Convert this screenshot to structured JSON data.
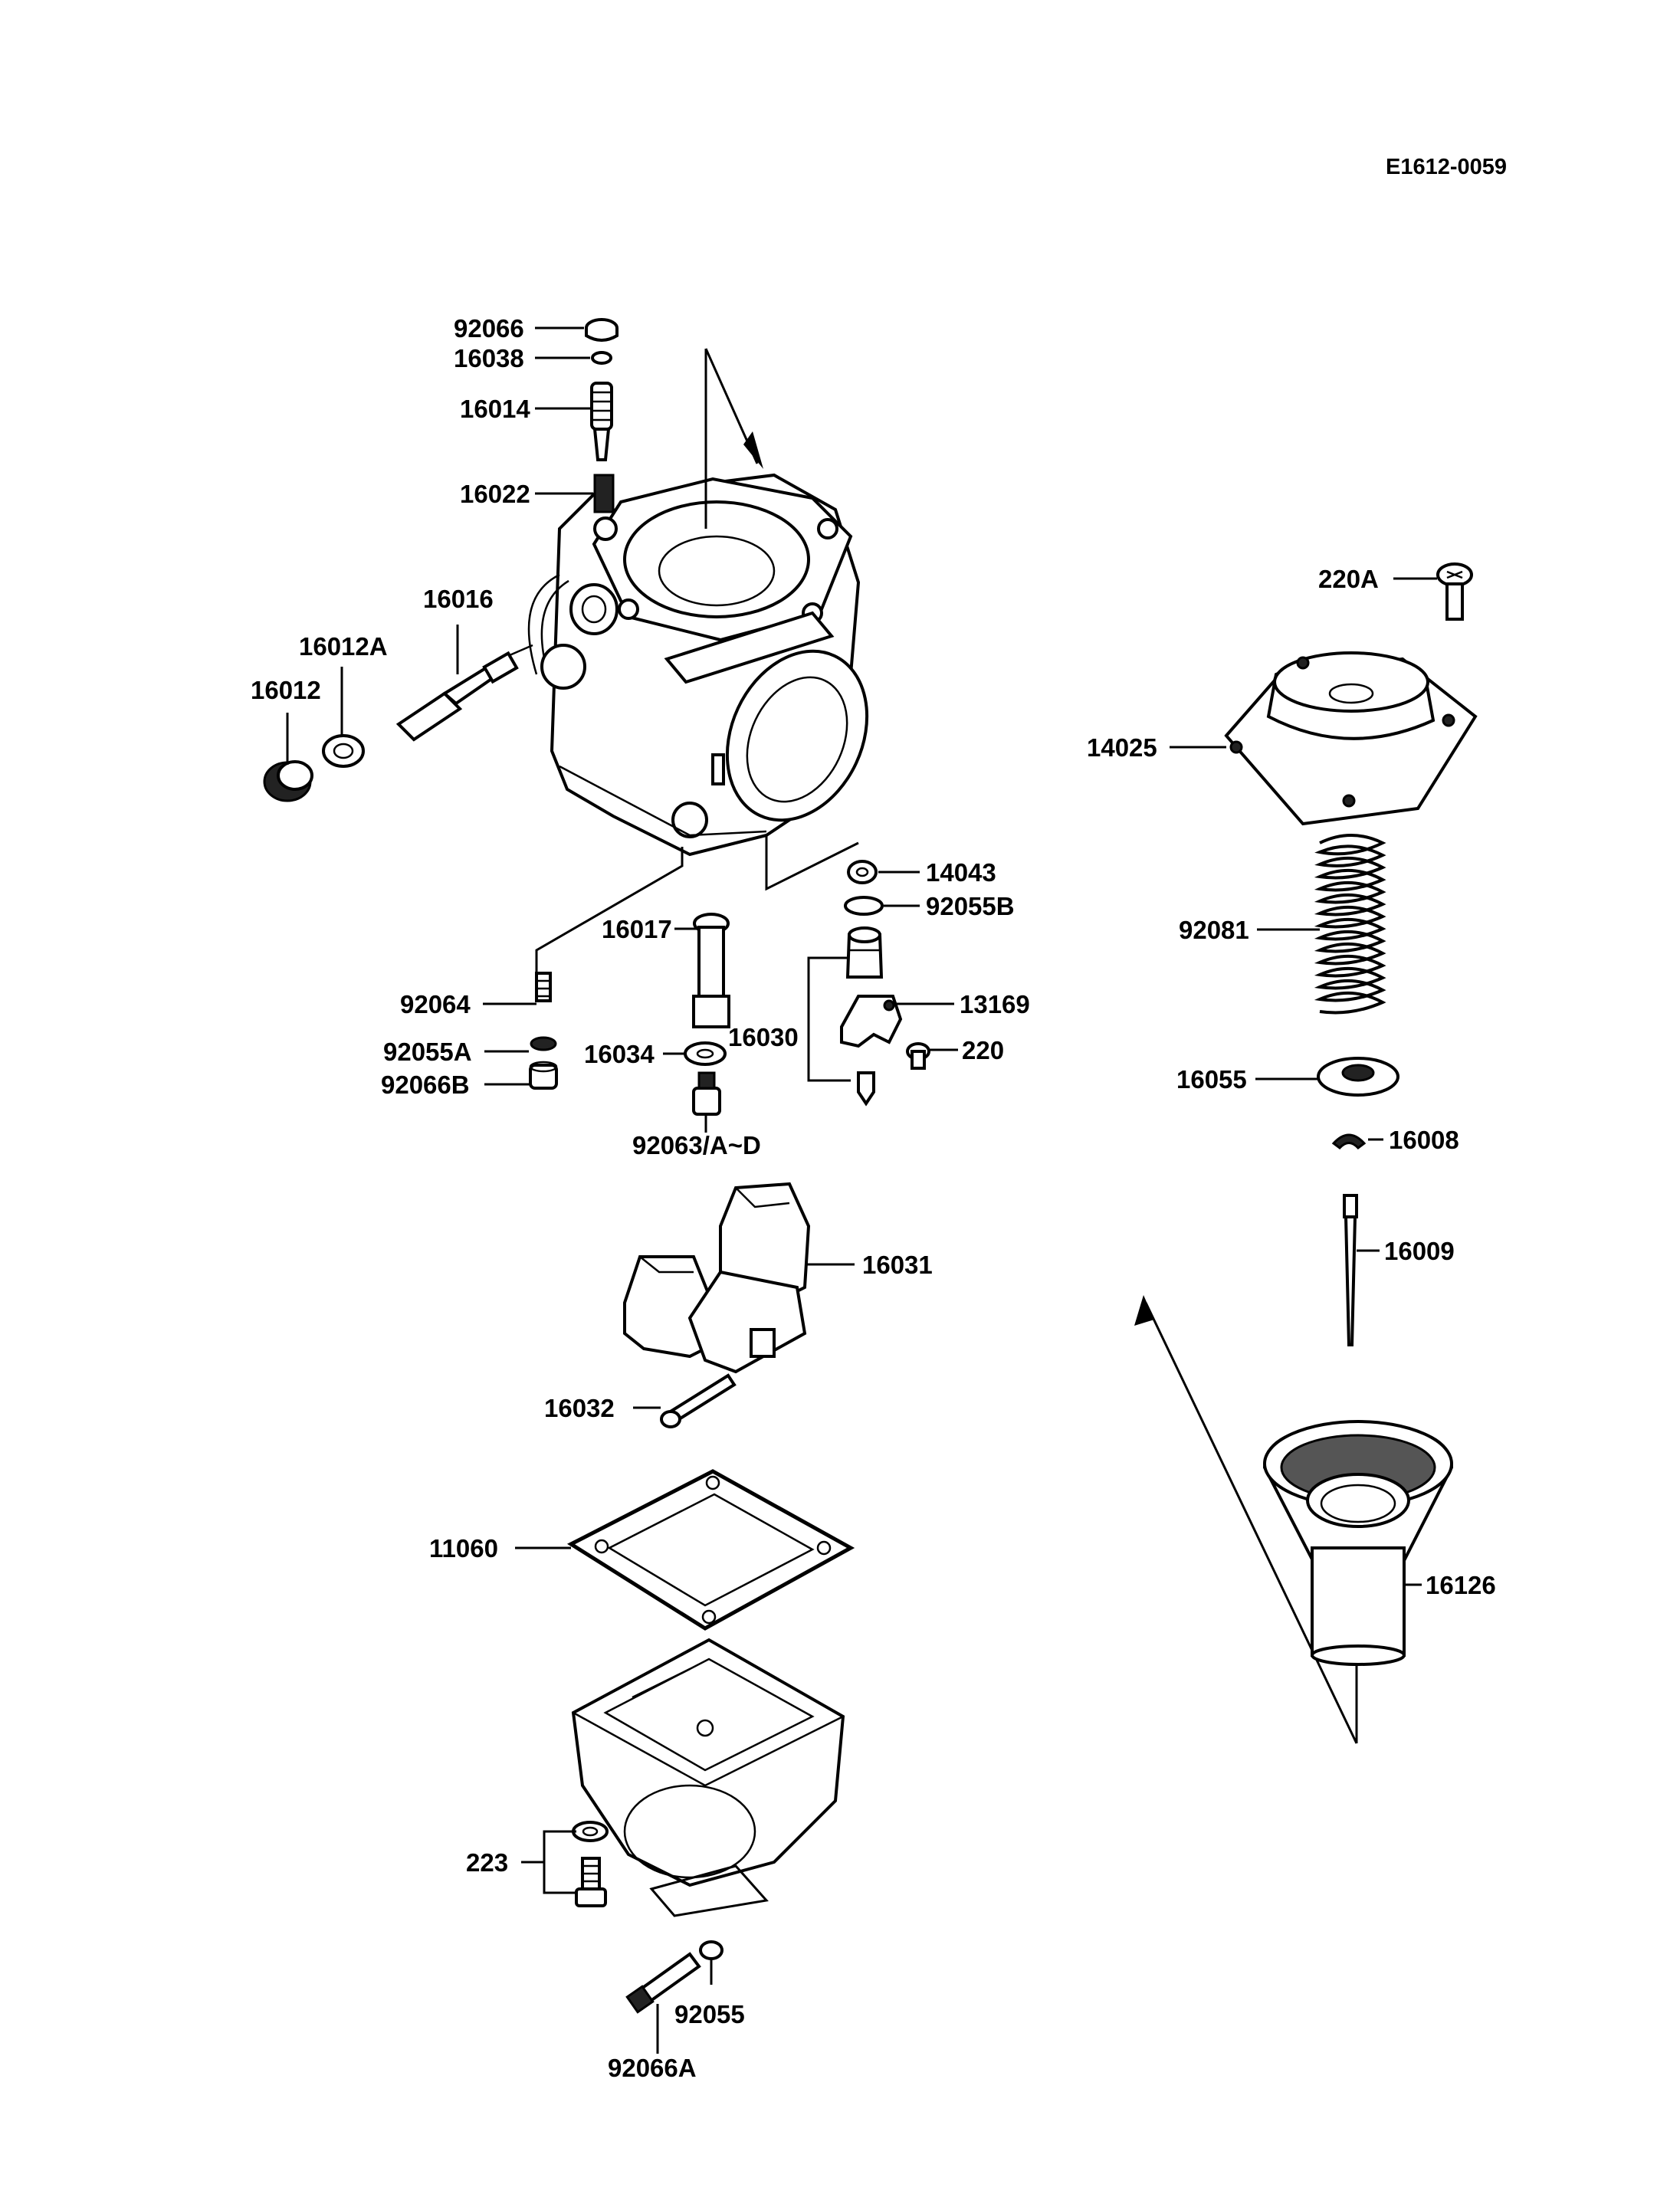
{
  "drawing_code": "E1612-0059",
  "labels": {
    "l92066": "92066",
    "l16038": "16038",
    "l16014": "16014",
    "l16022": "16022",
    "l16016": "16016",
    "l16012A": "16012A",
    "l16012": "16012",
    "l220A": "220A",
    "l14025": "14025",
    "l14043": "14043",
    "l92055B": "92055B",
    "l16017": "16017",
    "l13169": "13169",
    "l92064": "92064",
    "l16030": "16030",
    "l220": "220",
    "l92055A": "92055A",
    "l16034": "16034",
    "l92066B": "92066B",
    "l92063": "92063/A~D",
    "l92081": "92081",
    "l16055": "16055",
    "l16008": "16008",
    "l16009": "16009",
    "l16031": "16031",
    "l16032": "16032",
    "l11060": "11060",
    "l16126": "16126",
    "l223": "223",
    "l92055": "92055",
    "l92066A": "92066A"
  }
}
